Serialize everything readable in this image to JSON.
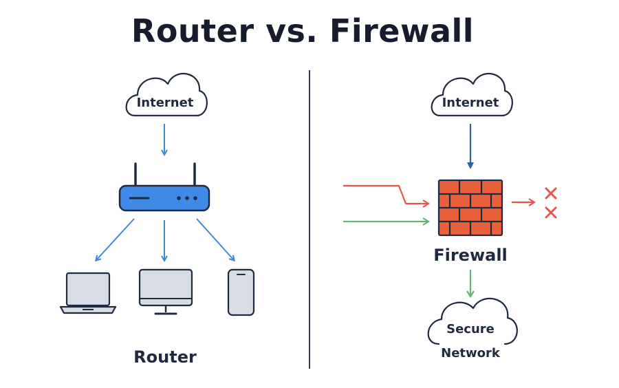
{
  "title": "Router vs. Firewall",
  "router_side": {
    "cloud_label": "Internet",
    "device_label": "Router",
    "devices": [
      "laptop-icon",
      "desktop-monitor-icon",
      "smartphone-icon"
    ]
  },
  "firewall_side": {
    "cloud_label": "Internet",
    "device_label": "Firewall",
    "secure_cloud_line1": "Secure",
    "secure_cloud_line2": "Network"
  },
  "colors": {
    "router_blue": "#3f8ae6",
    "arrow_blue": "#3f86d6",
    "arrow_red": "#e5554e",
    "arrow_green": "#5cb874",
    "brick": "#e8603c",
    "outline": "#1e2a3d",
    "divider": "#2c3a56"
  }
}
